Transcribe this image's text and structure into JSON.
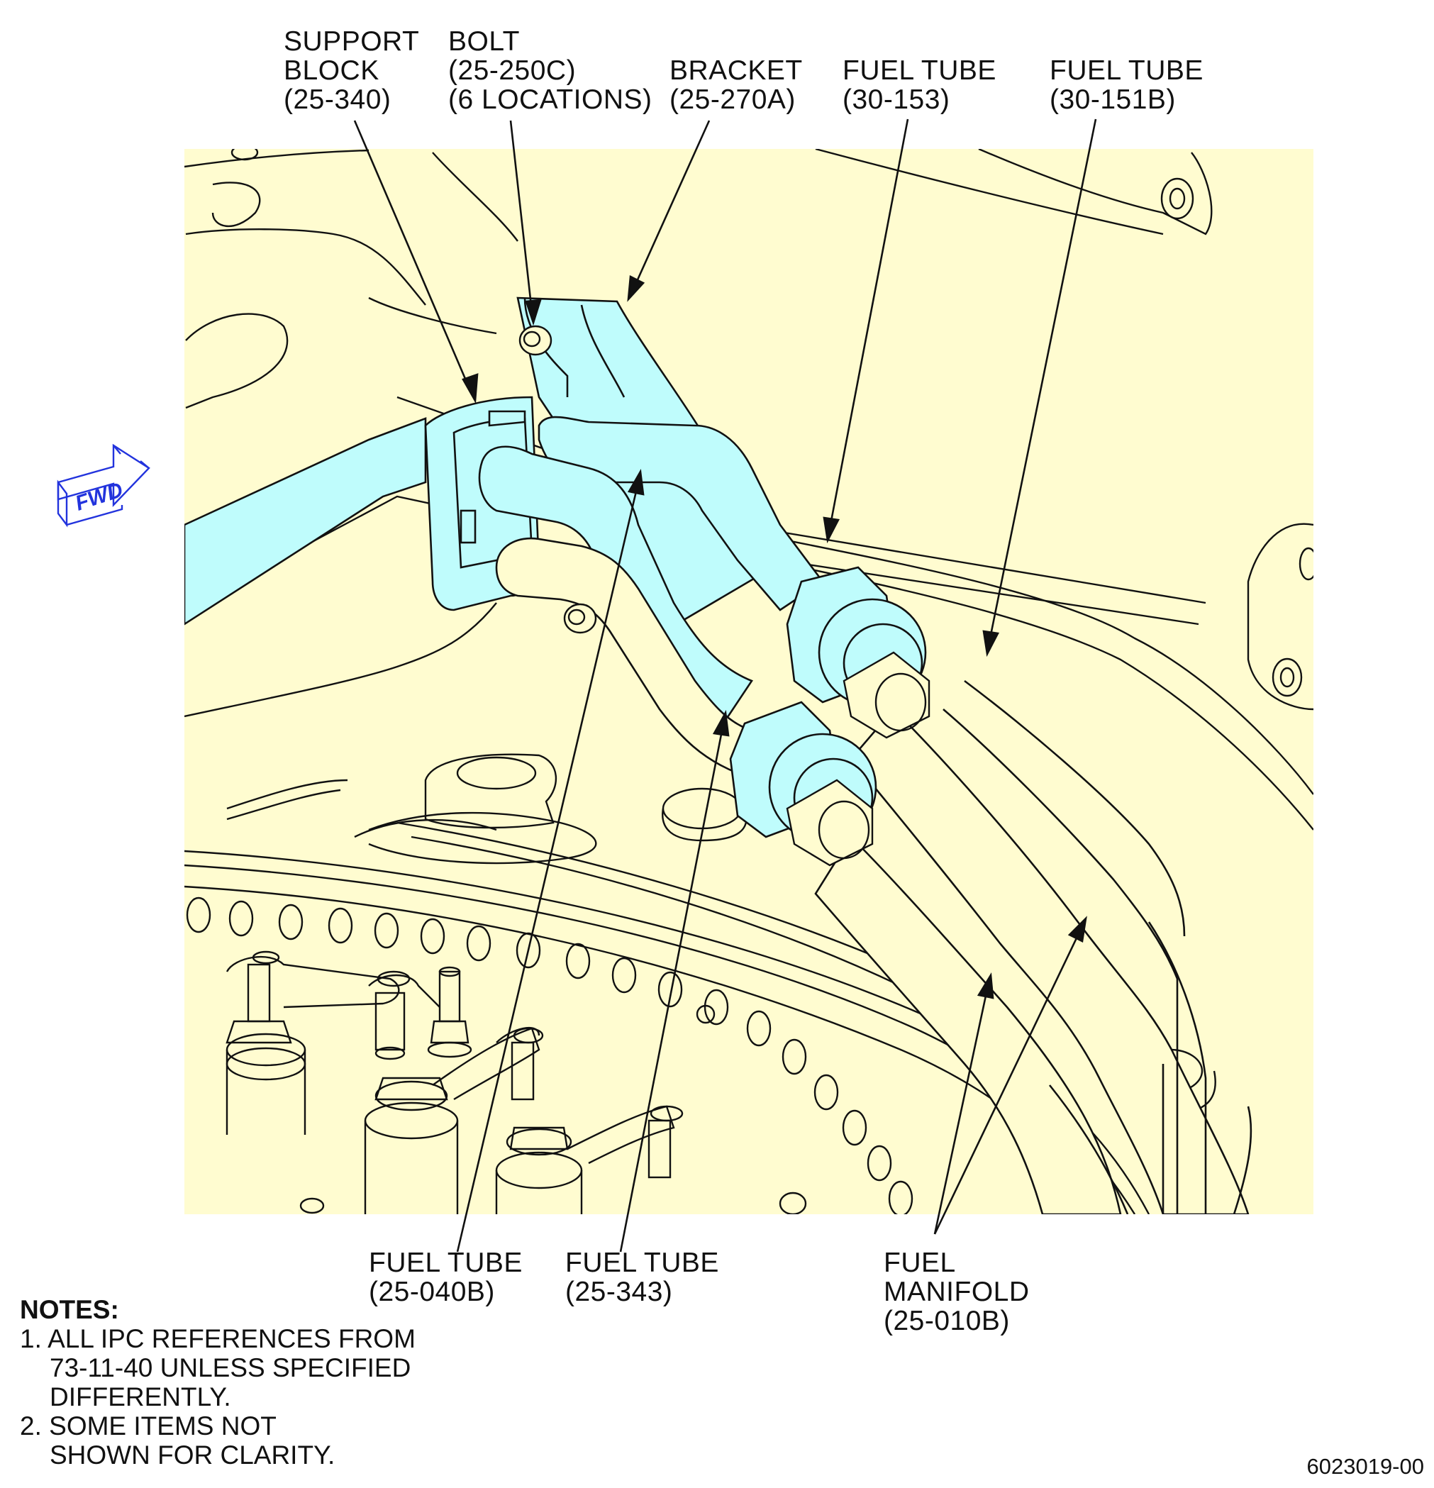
{
  "callouts": {
    "support_block": [
      "SUPPORT",
      "BLOCK",
      "(25-340)"
    ],
    "bolt": [
      "BOLT",
      "(25-250C)",
      "(6 LOCATIONS)"
    ],
    "bracket": [
      "BRACKET",
      "(25-270A)"
    ],
    "fuel_tube_30_153": [
      "FUEL TUBE",
      "(30-153)"
    ],
    "fuel_tube_30_151b": [
      "FUEL TUBE",
      "(30-151B)"
    ],
    "fuel_tube_25_040b": [
      "FUEL TUBE",
      "(25-040B)"
    ],
    "fuel_tube_25_343": [
      "FUEL TUBE",
      "(25-343)"
    ],
    "fuel_manifold": [
      "FUEL",
      "MANIFOLD",
      "(25-010B)"
    ]
  },
  "fwd_label": "FWD",
  "notes": {
    "title": "NOTES:",
    "items": [
      {
        "num": "1.",
        "lines": [
          "ALL IPC REFERENCES FROM",
          "73-11-40 UNLESS SPECIFIED",
          "DIFFERENTLY."
        ]
      },
      {
        "num": "2.",
        "lines": [
          "SOME ITEMS NOT",
          "SHOWN FOR CLARITY."
        ]
      }
    ]
  },
  "drawing_number": "6023019-00",
  "colors": {
    "background_panel": "#FFFCD0",
    "highlight": "#BFFCFC",
    "line": "#111111",
    "fwd_arrow": "#2233DD"
  }
}
